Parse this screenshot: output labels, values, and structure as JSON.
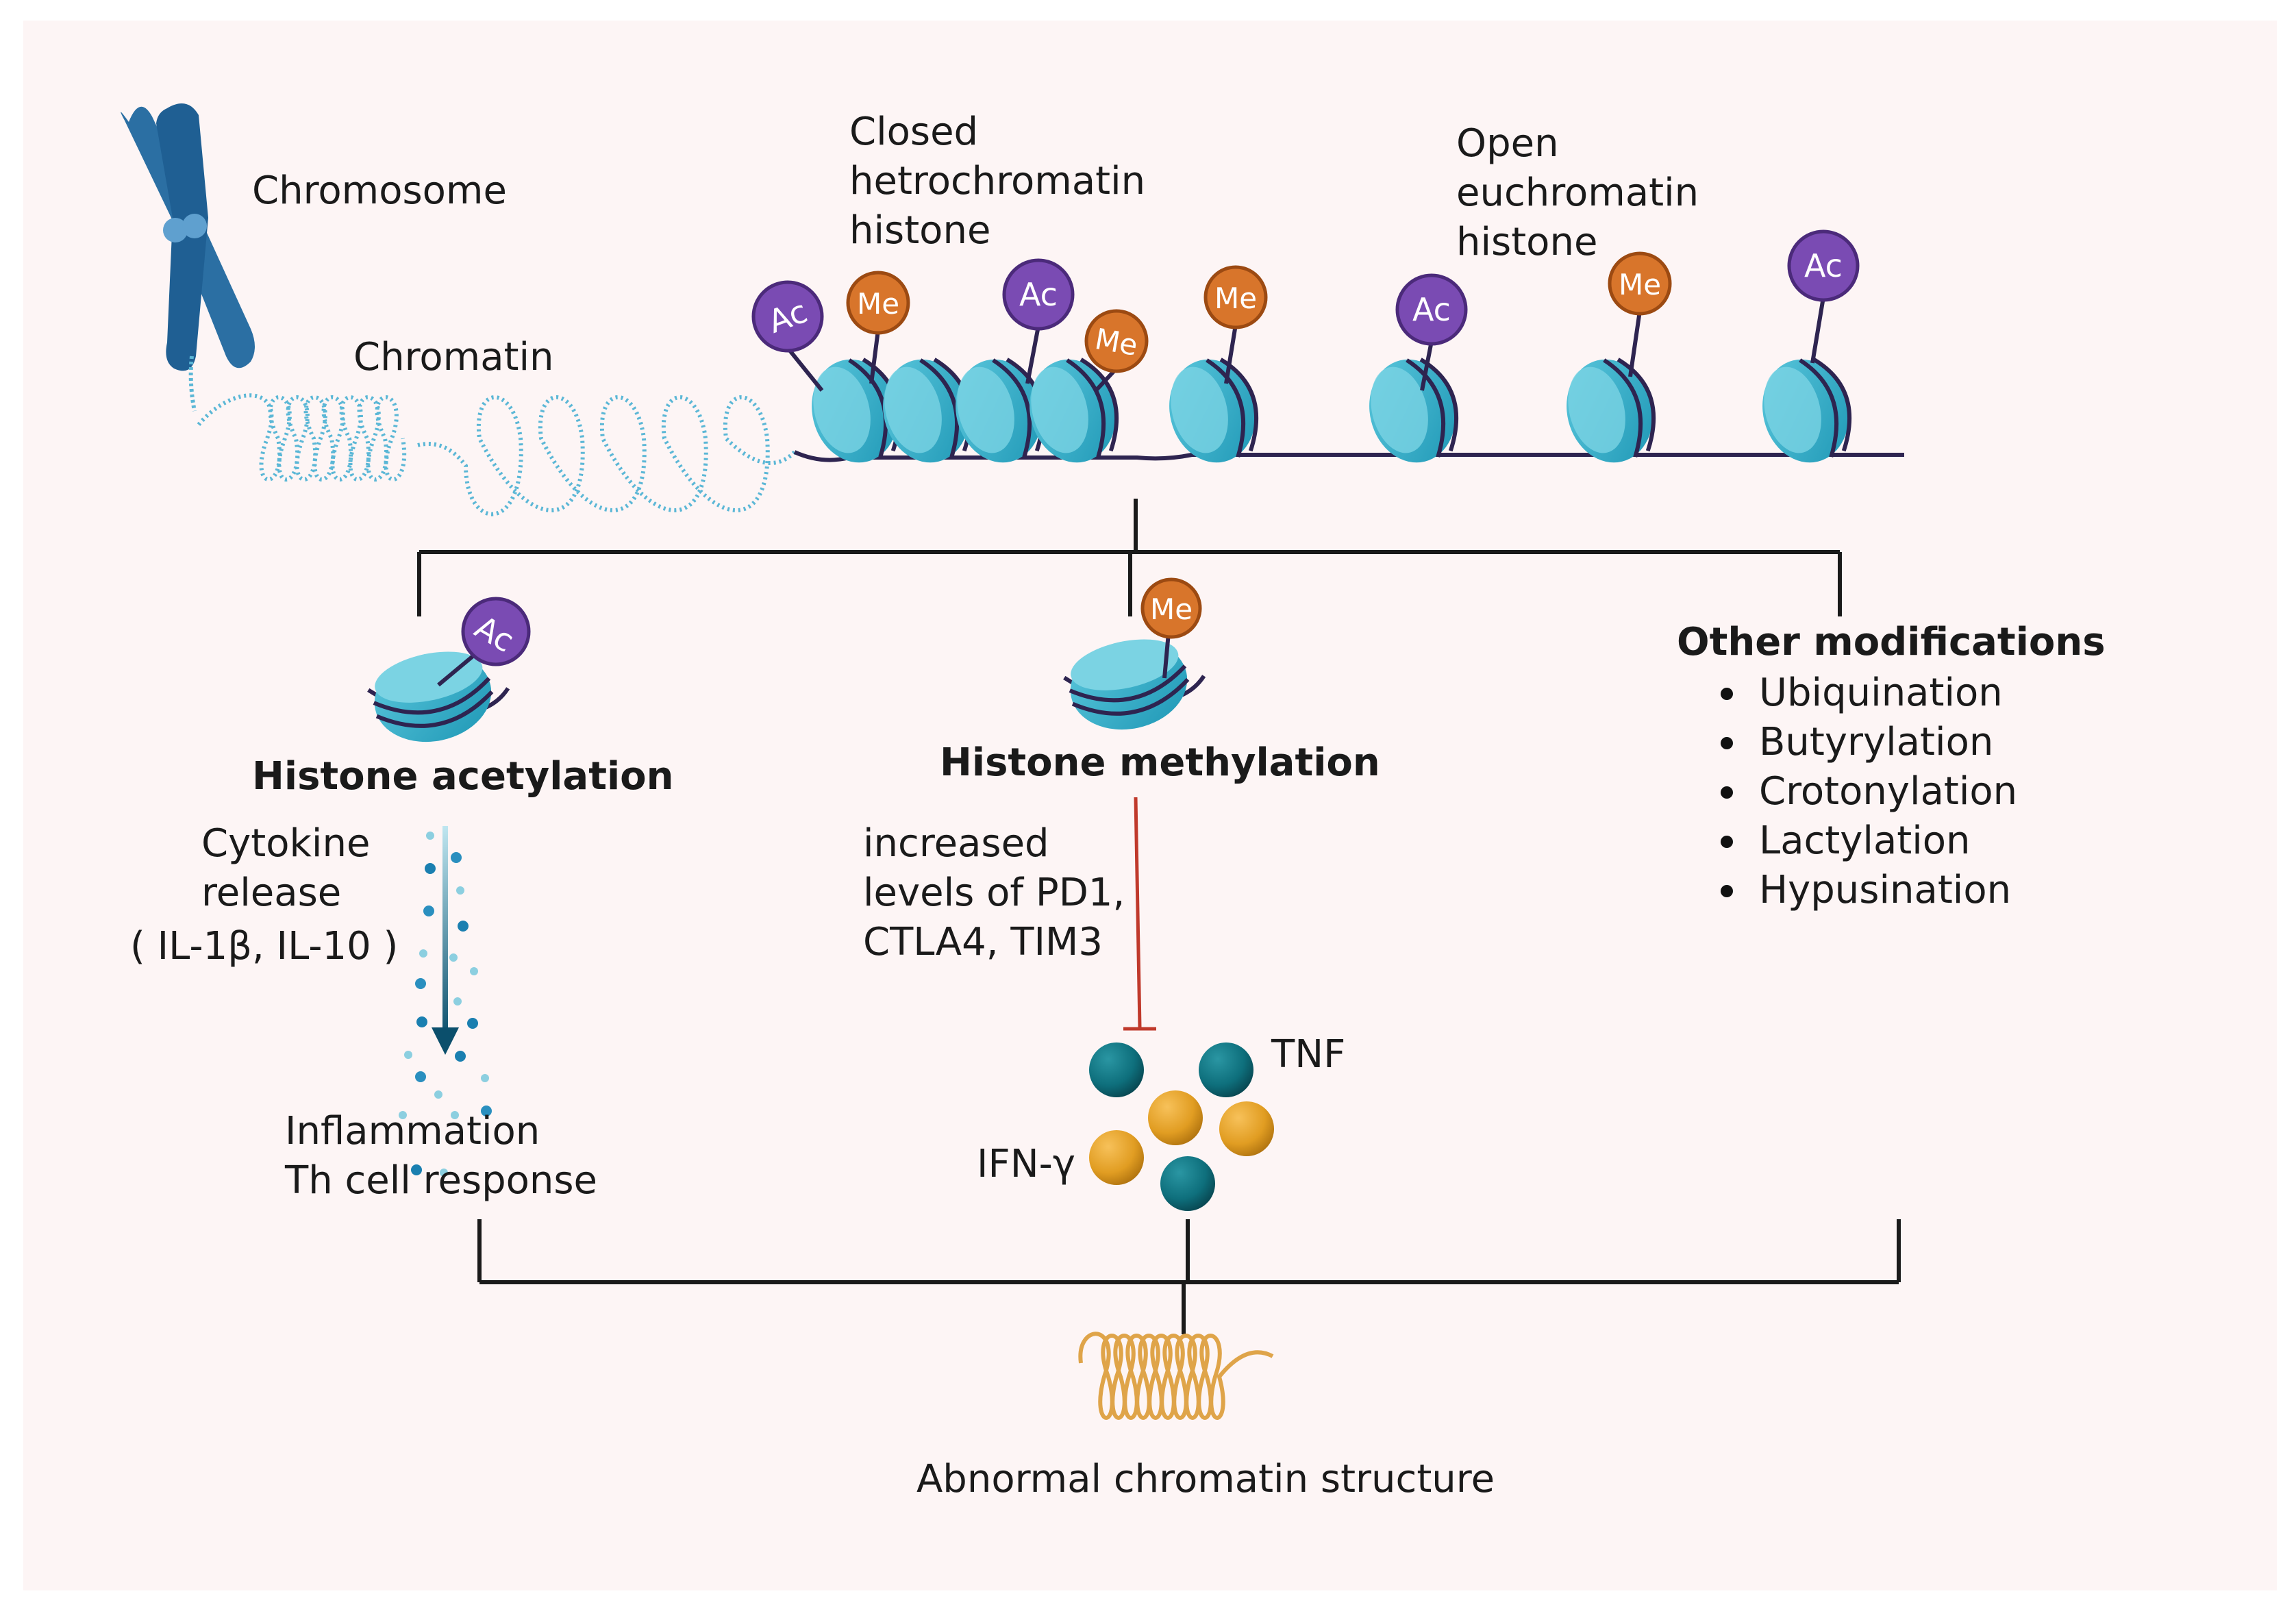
{
  "colors": {
    "background": "#fdf5f5",
    "chromosome": "#2b6fa3",
    "dna_strand": "#2e2450",
    "nucleosome": "#3db6cf",
    "acetyl": "#7a4bb3",
    "methyl": "#d8752b",
    "inhibit": "#c0392b",
    "tnf_particle": "#0e6f7c",
    "ifn_particle": "#e19d22",
    "abnormal_chromatin": "#dfa449"
  },
  "labels": {
    "chromosome": "Chromosome",
    "chromatin": "Chromatin",
    "closed": [
      "Closed",
      "hetrochromatin",
      "histone"
    ],
    "open": [
      "Open",
      "euchromatin",
      "histone"
    ],
    "ac": "Ac",
    "me": "Me"
  },
  "acetylation": {
    "title": "Histone acetylation",
    "cytokine": [
      "Cytokine",
      "release",
      "( IL-1β, IL-10 )"
    ],
    "outcome": [
      "Inflammation",
      "Th cell response"
    ]
  },
  "methylation": {
    "title": "Histone methylation",
    "effect": [
      "increased",
      "levels of PD1,",
      "CTLA4, TIM3"
    ],
    "tnf": "TNF",
    "ifn": "IFN-γ"
  },
  "other": {
    "title": "Other modifications",
    "items": [
      "Ubiquination",
      "Butyrylation",
      "Crotonylation",
      "Lactylation",
      "Hypusination"
    ]
  },
  "footer": "Abnormal chromatin structure"
}
